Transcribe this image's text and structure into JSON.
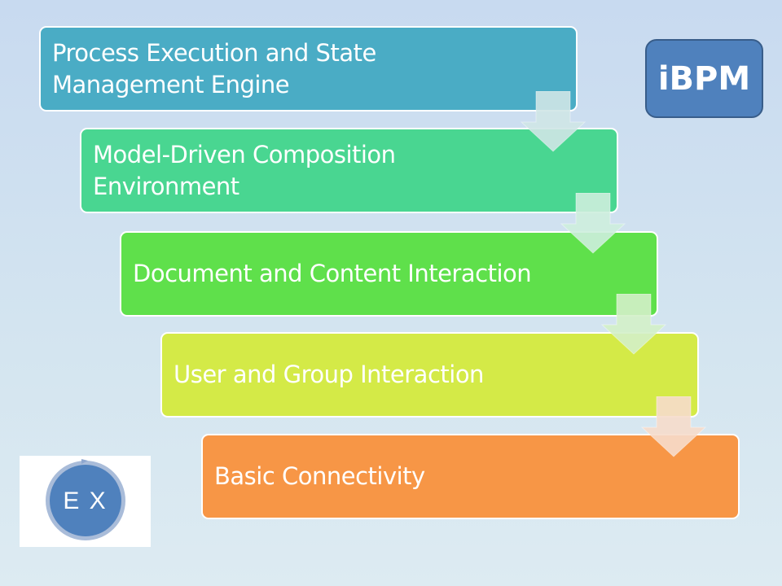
{
  "steps": [
    {
      "label": "Process Execution and State Management Engine",
      "color": "#4aacc5"
    },
    {
      "label": "Model-Driven Composition Environment",
      "color": "#49d691"
    },
    {
      "label": "Document and Content Interaction",
      "color": "#5fe04b"
    },
    {
      "label": "User and Group Interaction",
      "color": "#d4ea47"
    },
    {
      "label": "Basic Connectivity",
      "color": "#f79646"
    }
  ],
  "badge": {
    "label": "iBPM",
    "color": "#4f81bd"
  },
  "logo": {
    "label": "E X",
    "color": "#4f81bd"
  }
}
